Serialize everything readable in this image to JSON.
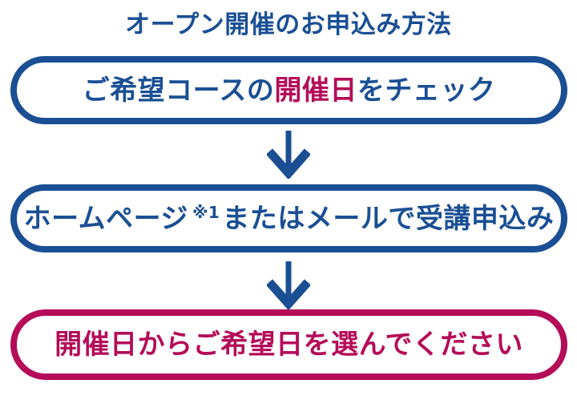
{
  "title": "オープン開催のお申込み方法",
  "colors": {
    "blue": "#1a4f94",
    "crimson": "#b40c58",
    "background": "#ffffff"
  },
  "steps": [
    {
      "name": "check-course-date",
      "border": "blue",
      "segments": [
        {
          "text": "ご希望コースの",
          "color": "blue"
        },
        {
          "text": "開催日",
          "color": "crimson"
        },
        {
          "text": "をチェック",
          "color": "blue"
        }
      ]
    },
    {
      "name": "apply-via-homepage-or-mail",
      "border": "blue",
      "segments": [
        {
          "text": "ホームページ",
          "color": "blue"
        },
        {
          "text": "※1",
          "color": "blue",
          "superscript": true
        },
        {
          "text": "またはメールで受講申込み",
          "color": "blue"
        }
      ]
    },
    {
      "name": "choose-preferred-date",
      "border": "crimson",
      "segments": [
        {
          "text": "開催日からご希望日を選んでください",
          "color": "crimson"
        }
      ]
    }
  ],
  "arrows": [
    {
      "icon": "down-arrow"
    },
    {
      "icon": "down-arrow"
    }
  ]
}
